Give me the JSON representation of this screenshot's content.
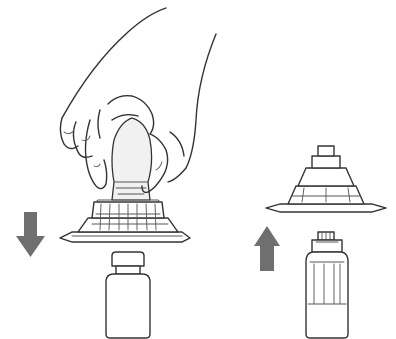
{
  "figure": {
    "background_color": "#ffffff",
    "line_color": "#333333",
    "arrow_color": "#6f6f6f",
    "panels": [
      {
        "step": "attach",
        "arrow_direction": "down",
        "arrow_icon": "down-arrow-icon"
      },
      {
        "step": "remove",
        "arrow_direction": "up",
        "arrow_icon": "up-arrow-icon"
      }
    ]
  }
}
